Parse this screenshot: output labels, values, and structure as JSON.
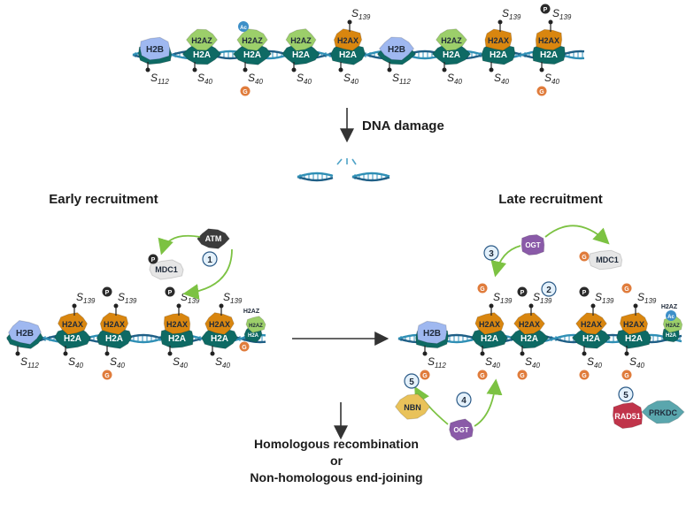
{
  "labels": {
    "dna_damage": "DNA damage",
    "early": "Early recruitment",
    "late": "Late recruitment",
    "outcome1": "Homologous recombination",
    "outcome2": "or",
    "outcome3": "Non-homologous end-joining"
  },
  "histones": {
    "h2b": "H2B",
    "h2a": "H2A",
    "h2az": "H2AZ",
    "h2ax": "H2AX"
  },
  "marks": {
    "p": "P",
    "g": "G",
    "ac": "Ac",
    "s139": "139",
    "s40": "40",
    "s112": "112",
    "s": "S"
  },
  "proteins": {
    "atm": "ATM",
    "mdc1": "MDC1",
    "ogt": "OGT",
    "nbn": "NBN",
    "rad51": "RAD51",
    "prkdc": "PRKDC"
  },
  "steps": [
    "1",
    "2",
    "3",
    "4",
    "5"
  ],
  "colors": {
    "dna": "#1f5f86",
    "h2a": "#0e6a64",
    "h2b": "#9fb8f0",
    "h2az": "#9ccf6a",
    "h2ax": "#d9860f",
    "ogt": "#8a5aa8",
    "glyco": "#e07c3c",
    "phospho": "#2b2b2b",
    "acetyl": "#3d8fc8",
    "arrow": "#7cc242",
    "nbn": "#e9c25a",
    "rad51": "#c0344a",
    "prkdc": "#5aa6ad"
  }
}
